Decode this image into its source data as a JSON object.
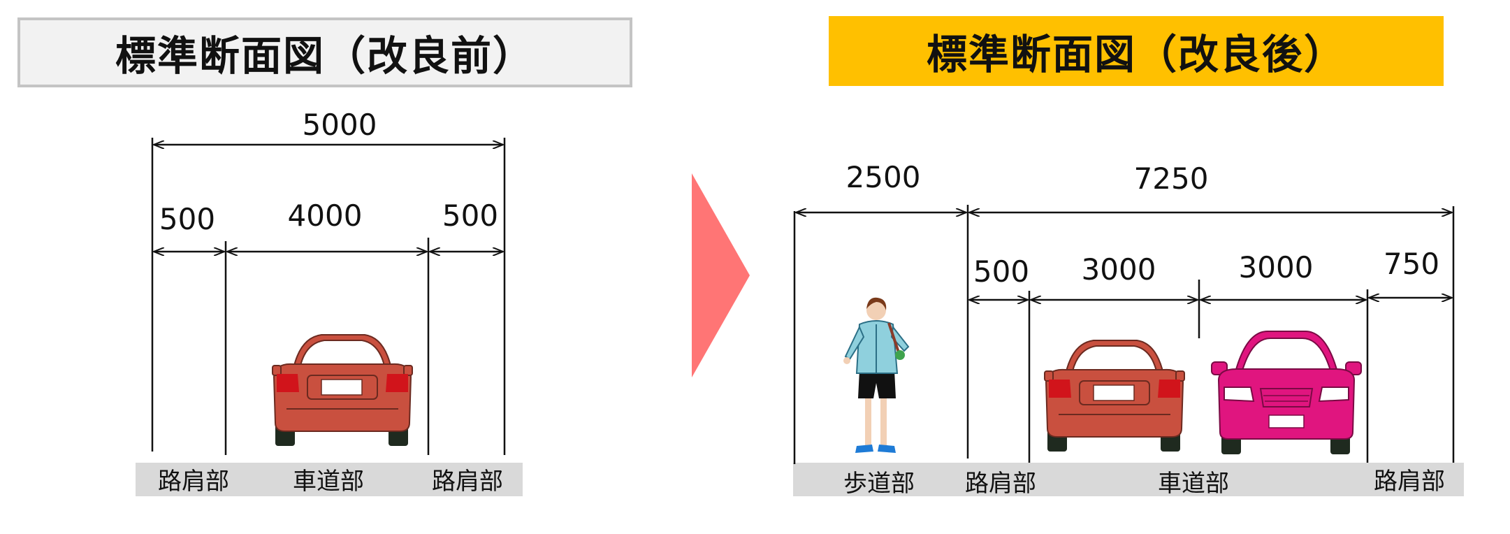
{
  "before": {
    "title": "標準断面図（改良前）",
    "total_width": "5000",
    "segments": [
      "500",
      "4000",
      "500"
    ],
    "zones": [
      "路肩部",
      "車道部",
      "路肩部"
    ]
  },
  "after": {
    "title": "標準断面図（改良後）",
    "sidewalk_width": "2500",
    "road_width": "7250",
    "segments": [
      "500",
      "3000",
      "3000",
      "750"
    ],
    "zones": [
      "歩道部",
      "路肩部",
      "車道部",
      "路肩部"
    ]
  },
  "colors": {
    "after_title_bg": "#ffc000",
    "before_title_bg": "#f2f2f2",
    "arrow": "#ff7575",
    "car_red": "#c9503f",
    "car_pink": "#e0157f",
    "ground": "#d9d9d9"
  },
  "icons": [
    "next-arrow-icon",
    "car-rear-icon",
    "car-front-icon",
    "pedestrian-icon"
  ]
}
